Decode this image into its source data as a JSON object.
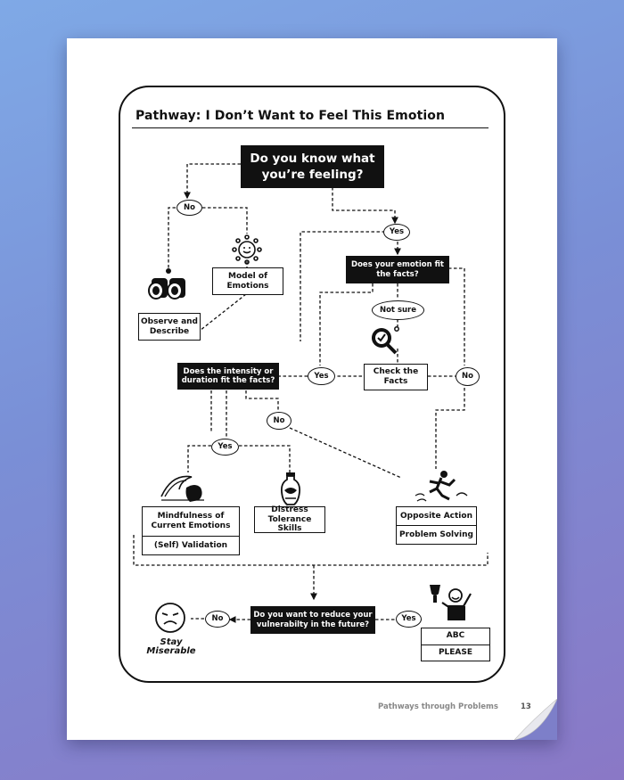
{
  "page": {
    "title": "Pathway: I Don’t Want to Feel This Emotion",
    "footer_text": "Pathways through Problems",
    "page_number": "13"
  },
  "nodes": {
    "q_know_line1": "Do you know what",
    "q_know_line2": "you’re feeling?",
    "no_1": "No",
    "yes_1": "Yes",
    "model_line1": "Model of",
    "model_line2": "Emotions",
    "observe_line1": "Observe and",
    "observe_line2": "Describe",
    "q_fit_line1": "Does your emotion fit",
    "q_fit_line2": "the facts?",
    "not_sure": "Not sure",
    "q_intensity_line1": "Does the intensity or",
    "q_intensity_line2": "duration fit the facts?",
    "yes_2": "Yes",
    "check_line1": "Check the",
    "check_line2": "Facts",
    "no_2": "No",
    "no_3": "No",
    "yes_3": "Yes",
    "mindful_line1": "Mindfulness of",
    "mindful_line2": "Current Emotions",
    "self_validation": "(Self) Validation",
    "distress_line1": "Distress",
    "distress_line2": "Tolerance Skills",
    "opposite_action": "Opposite Action",
    "problem_solving": "Problem Solving",
    "q_reduce_line1": "Do you want to reduce your",
    "q_reduce_line2": "vulnerabilty in the future?",
    "no_4": "No",
    "yes_4": "Yes",
    "abc": "ABC",
    "please": "PLEASE",
    "stay_line1": "Stay",
    "stay_line2": "Miserable"
  },
  "icons": [
    "sun-face-icon",
    "binoculars-icon",
    "magnifier-check-icon",
    "wave-hand-icon",
    "vase-icon",
    "runner-icon",
    "frown-face-icon",
    "trophy-person-icon"
  ]
}
